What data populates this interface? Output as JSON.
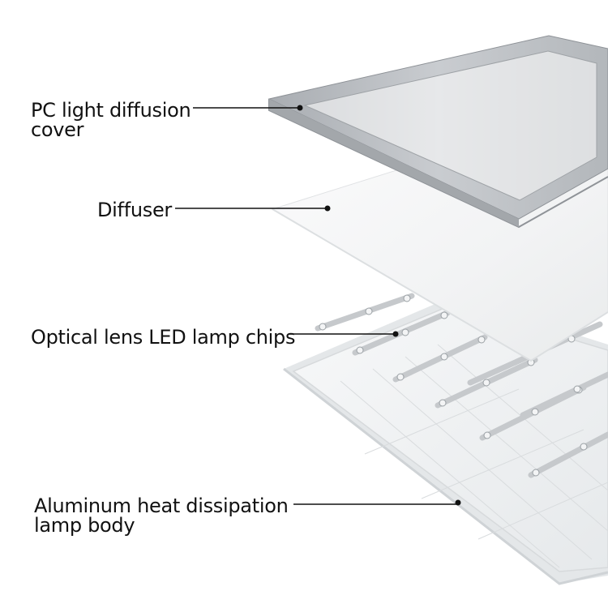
{
  "labels": {
    "cover_line1": "PC light diffusion",
    "cover_line2": "cover",
    "diffuser": "Diffuser",
    "led_chips": "Optical lens LED lamp chips",
    "body_line1": "Aluminum heat dissipation",
    "body_line2": "lamp body"
  },
  "colors": {
    "frame": "#b8bcc1",
    "frame_edge": "#8e9297",
    "diffuser": "#f4f5f6",
    "body": "#eef0f1",
    "led_strip": "#c6c9cc",
    "leader_line": "#111111"
  }
}
